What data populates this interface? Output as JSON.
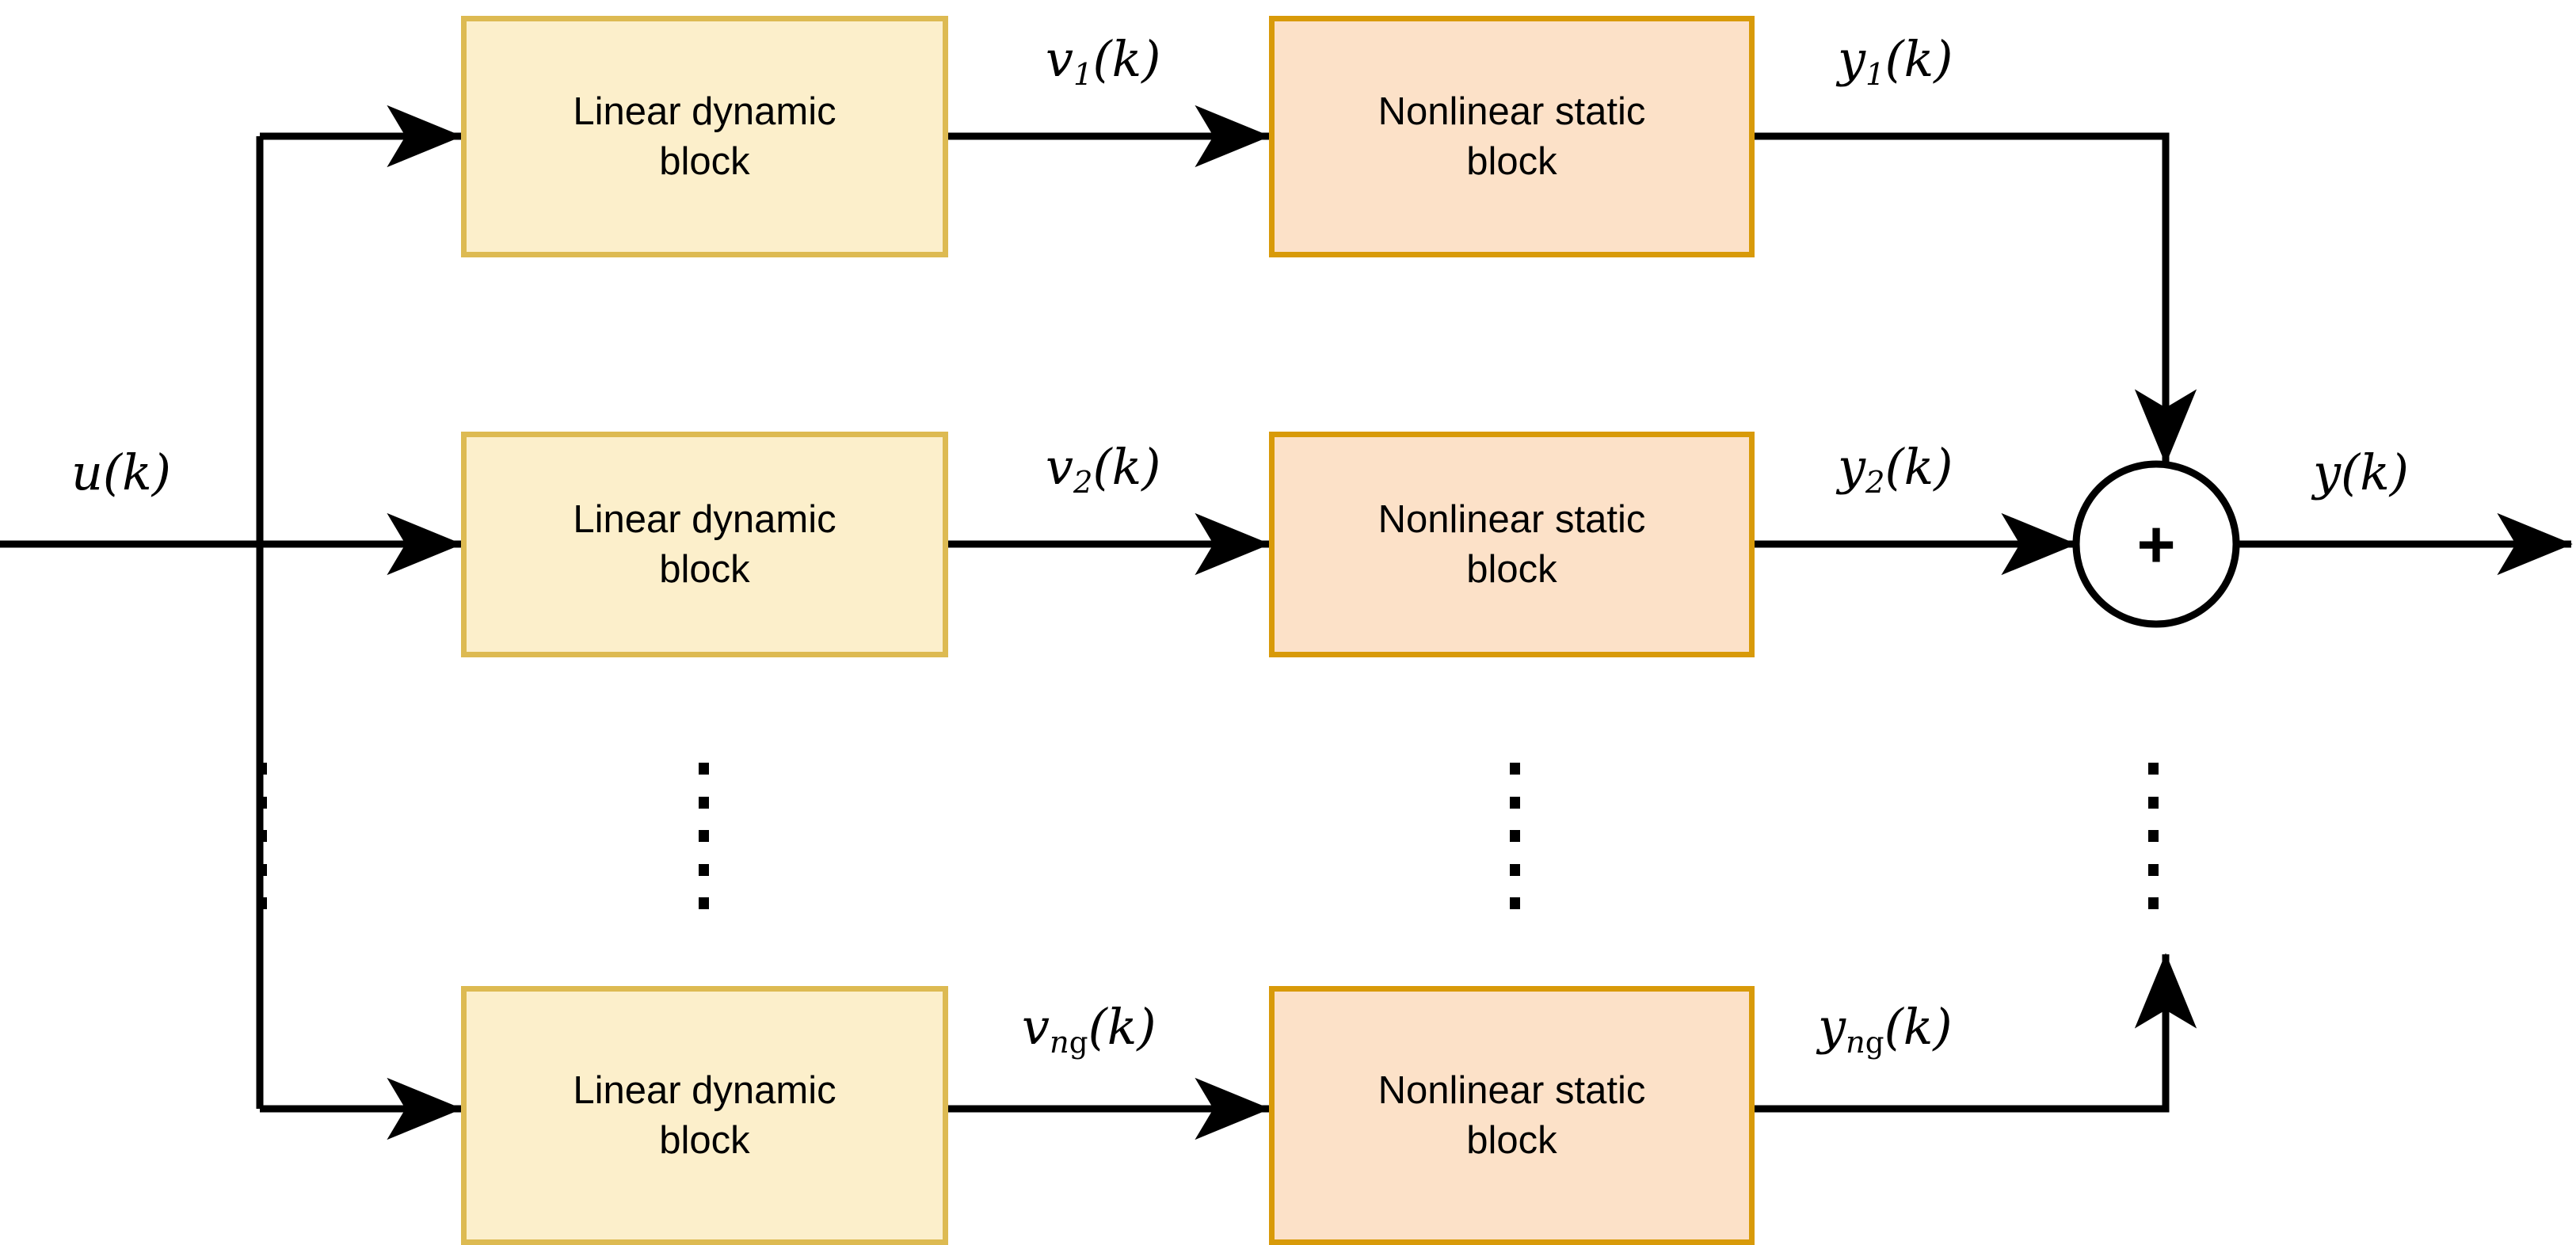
{
  "diagram": {
    "title": "Parallel Hammerstein / Wiener block diagram",
    "colors": {
      "linear_block_fill": "#FCEFCB",
      "linear_block_border": "#DDBA52",
      "nonlinear_block_fill": "#FCE1C8",
      "nonlinear_block_border": "#D89A09",
      "line": "#000000",
      "background": "#FFFFFF"
    },
    "input_label": "u(k)",
    "output_label": "y(k)",
    "sum_symbol": "+",
    "branch_count": 3,
    "branches": [
      {
        "id": "branch-1",
        "linear_label": "Linear dynamic\nblock",
        "intermediate_label_base": "v",
        "intermediate_label_sub": "1",
        "intermediate_label_subsub": "",
        "intermediate_label_arg": "(k)",
        "nonlinear_label": "Nonlinear static\nblock",
        "output_label_base": "y",
        "output_label_sub": "1",
        "output_label_subsub": "",
        "output_label_arg": "(k)"
      },
      {
        "id": "branch-2",
        "linear_label": "Linear dynamic\nblock",
        "intermediate_label_base": "v",
        "intermediate_label_sub": "2",
        "intermediate_label_subsub": "",
        "intermediate_label_arg": "(k)",
        "nonlinear_label": "Nonlinear static\nblock",
        "output_label_base": "y",
        "output_label_sub": "2",
        "output_label_subsub": "",
        "output_label_arg": "(k)"
      },
      {
        "id": "branch-n",
        "linear_label": "Linear dynamic\nblock",
        "intermediate_label_base": "v",
        "intermediate_label_sub": "n",
        "intermediate_label_subsub": "g",
        "intermediate_label_arg": "(k)",
        "nonlinear_label": "Nonlinear static\nblock",
        "output_label_base": "y",
        "output_label_sub": "n",
        "output_label_subsub": "g",
        "output_label_arg": "(k)"
      }
    ],
    "ellipsis": {
      "dot_count": 5,
      "columns": [
        "input-branch",
        "linear-column",
        "nonlinear-column",
        "summation-column"
      ]
    }
  }
}
